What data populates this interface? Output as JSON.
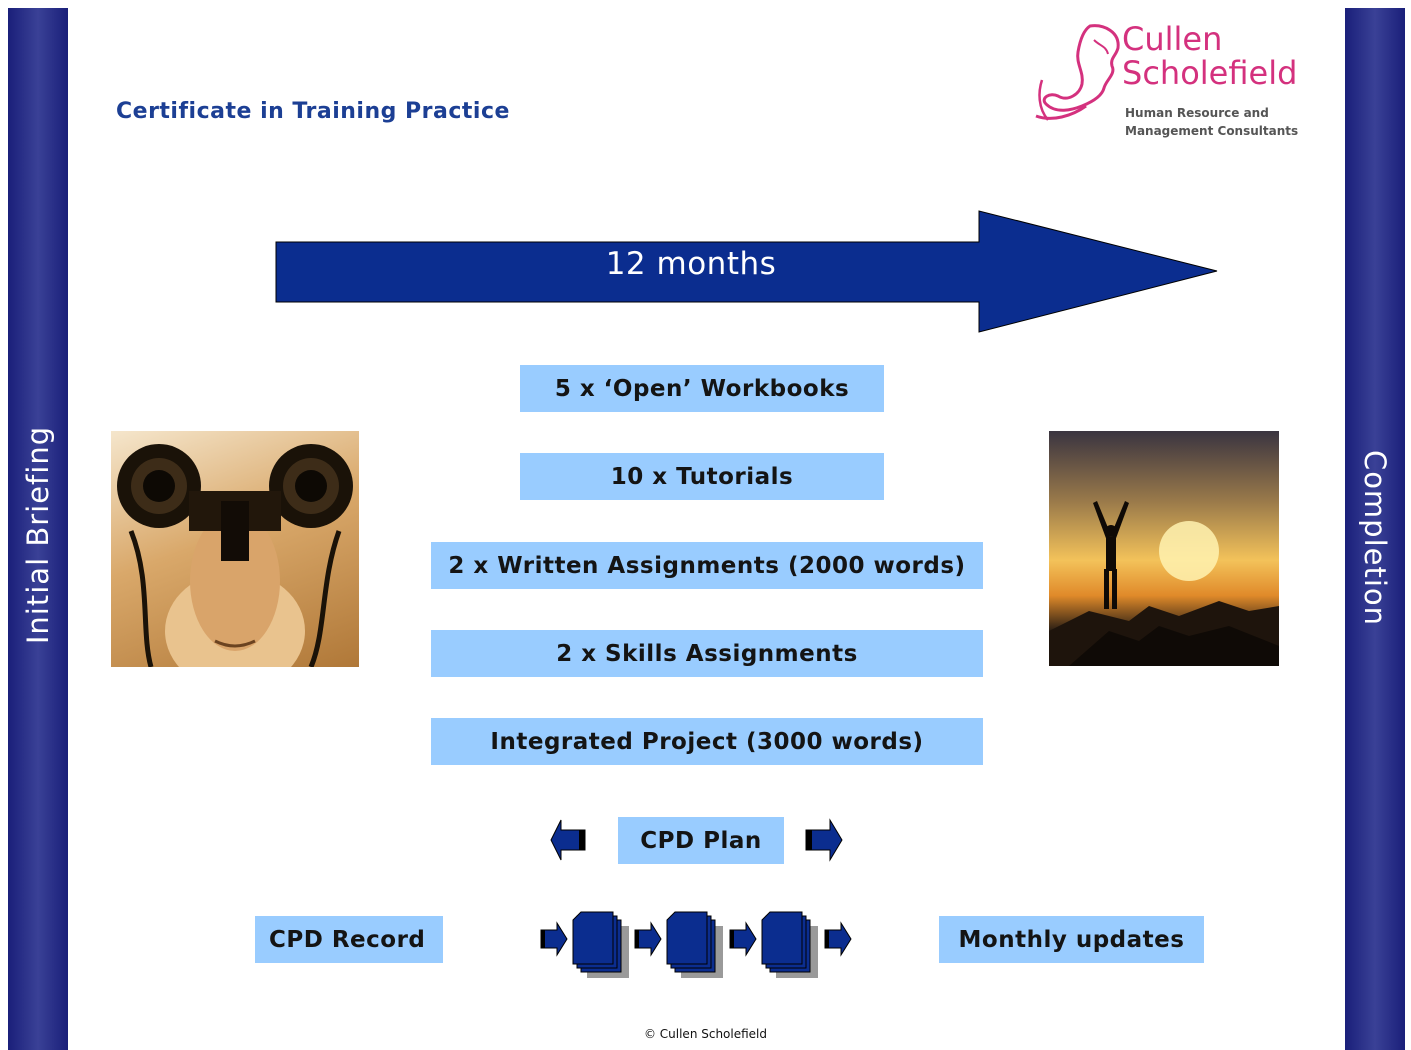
{
  "header": {
    "title": "Certificate in Training Practice"
  },
  "logo": {
    "line1": "Cullen",
    "line2": "Scholefield",
    "tagline1": "Human Resource and",
    "tagline2": "Management Consultants"
  },
  "side_bars": {
    "left_label": "Initial Briefing",
    "right_label": "Completion"
  },
  "timeline": {
    "arrow_label": "12 months"
  },
  "components": [
    "5 x ‘Open’ Workbooks",
    "10 x Tutorials",
    "2 x Written Assignments (2000 words)",
    "2 x Skills Assignments",
    "Integrated Project (3000 words)"
  ],
  "cpd": {
    "plan_label": "CPD Plan",
    "record_label": "CPD Record",
    "updates_label": "Monthly updates"
  },
  "footer": {
    "copyright": "© Cullen Scholefield"
  },
  "colors": {
    "side_bar": "#2a2f86",
    "arrow": "#0b2d8f",
    "box": "#99ccff",
    "title": "#1c3f94",
    "logo": "#d4317e"
  }
}
